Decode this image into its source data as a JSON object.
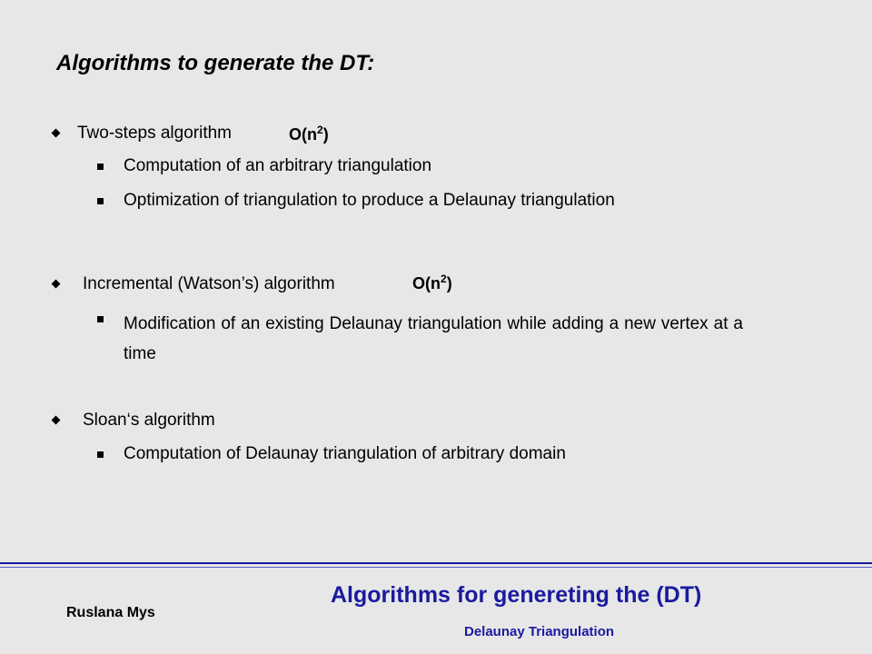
{
  "heading": "Algorithms to generate the DT:",
  "sections": [
    {
      "title": "Two-steps algorithm",
      "complexity_base": "O(n",
      "complexity_exp": "2",
      "complexity_close": ")",
      "items": [
        "Computation of an arbitrary triangulation",
        "Optimization of triangulation to produce a Delaunay triangulation"
      ]
    },
    {
      "title": "Incremental (Watson’s) algorithm",
      "complexity_base": "O(n",
      "complexity_exp": "2",
      "complexity_close": ")",
      "items": [
        "Modification of an existing Delaunay triangulation while adding a new vertex at a time"
      ]
    },
    {
      "title": "Sloan‘s algorithm",
      "items": [
        "Computation of Delaunay triangulation of arbitrary domain"
      ]
    }
  ],
  "footer": {
    "title": "Algorithms for genereting the (DT)",
    "author": "Ruslana Mys",
    "subtitle": "Delaunay Triangulation"
  },
  "colors": {
    "background": "#e7e7e7",
    "accent": "#1a1aa0"
  },
  "icons": {
    "level1_bullet": "diamond-bullet-icon",
    "level2_bullet": "square-bullet-icon"
  }
}
